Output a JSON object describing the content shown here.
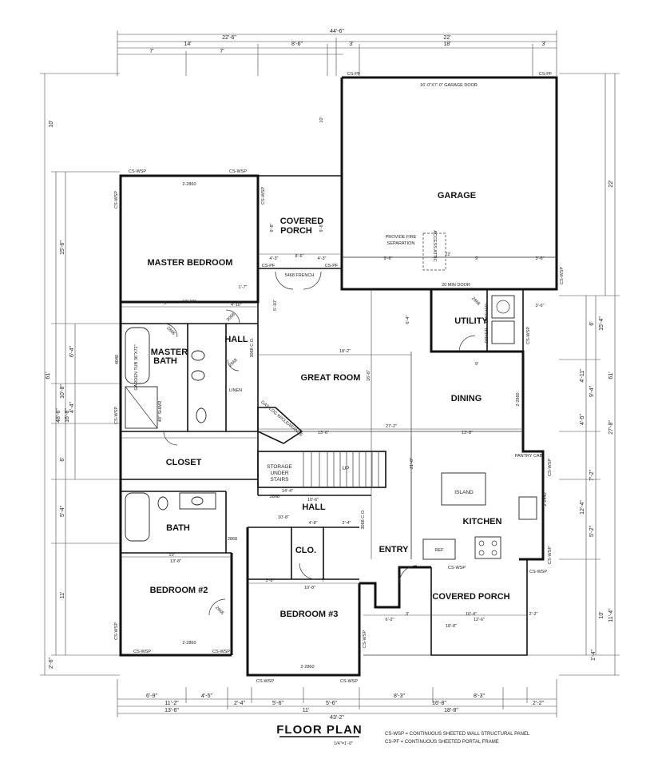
{
  "title": "FLOOR PLAN",
  "scale": "1/4\"=1'-0\"",
  "legend": [
    "CS-WSP = CONTINUOUS SHEETED WALL STRUCTURAL PANEL",
    "CS-PF = CONTINUOUS SHEETED PORTAL FRAME"
  ],
  "rooms": {
    "garage": "GARAGE",
    "covered_porch_top": "COVERED",
    "covered_porch_bottom": "PORCH",
    "master_bedroom": "MASTER BEDROOM",
    "hall_upper": "HALL",
    "master_bath_1": "MASTER",
    "master_bath_2": "BATH",
    "great_room": "GREAT ROOM",
    "utility": "UTILITY",
    "dining": "DINING",
    "closet": "CLOSET",
    "storage": [
      "STORAGE",
      "UNDER",
      "STAIRS"
    ],
    "hall_lower": "HALL",
    "kitchen": "KITCHEN",
    "island": "ISLAND",
    "bath": "BATH",
    "clo": "CLO.",
    "entry": "ENTRY",
    "bedroom2": "BEDROOM #2",
    "bedroom3": "BEDROOM #3",
    "covered_porch_front": "COVERED PORCH",
    "linen": "LINEN",
    "pantry": "PANTRY CAB",
    "ref": "REF",
    "up": "UP"
  },
  "notes": {
    "garage_door": "16'-0\"X7'-0\" GARAGE DOOR",
    "fire_sep_1": "PROVIDE FIRE",
    "fire_sep_2": "SEPARATION",
    "access_attic": "ACCESS ATTIC",
    "min_door": "20 MIN DOOR",
    "french": "5468  FRENCH",
    "garden_tub": "GARDEN TUB 36\"X72\"",
    "shower": "48\" SHWR",
    "gas_log": "GAS LOG W/CLEARANCE",
    "washer": "WASHER",
    "dryer": "DRYER"
  },
  "panel_labels": {
    "wsp": "CS-WSP",
    "pf": "CS-PF"
  },
  "dims_top": {
    "overall": "44'-6\"",
    "row2": [
      "22'-6\"",
      "22'"
    ],
    "row3": [
      "14'",
      "8'-6\"",
      "3'",
      "18'",
      "3'"
    ],
    "row4": [
      "7'",
      "7'"
    ]
  },
  "dims_bottom": {
    "row1": [
      "6'-9\"",
      "4'-5\"",
      "2'-4\"",
      "5'-6\"",
      "5'-6\"",
      "8'-3\"",
      "16'-8\"",
      "8'-3\"",
      "2'-2\""
    ],
    "row2": [
      "11'-2\"",
      "11'",
      "18'-8\""
    ],
    "row3": [
      "13'-6\"",
      "43'-2\""
    ]
  },
  "dims_left": [
    "10'",
    "15'-6\"",
    "6'-4\"",
    "10'-8\"",
    "4'-4\"",
    "6'",
    "5'-4\"",
    "11'",
    "2'-6\"",
    "61'",
    "48'-6\"",
    "16'-8\""
  ],
  "dims_right": [
    "22'",
    "6'",
    "15'-4\"",
    "4'-11\"",
    "9'-4\"",
    "4'-5\"",
    "7'-2\"",
    "12'-4\"",
    "5'-2\"",
    "10'",
    "11'-4\"",
    "1'-4\"",
    "61'",
    "27'-8\""
  ],
  "dims_interior": [
    "2-2860",
    "9'",
    "13'-10\"",
    "4'-10\"",
    "1'-7\"",
    "3068",
    "2868",
    "4040",
    "18'-2\"",
    "16'-6\"",
    "27'-2\"",
    "13'-6\"",
    "13'-8\"",
    "9'",
    "2-2860",
    "10'-6\"",
    "14'-4\"",
    "10'-8\"",
    "4'-8\"",
    "2'-4\"",
    "3068 C.O.",
    "3068 C.O.",
    "2-2440",
    "10'",
    "13'-8\"",
    "3'-8\"",
    "7'",
    "10'-8\"",
    "2-2860",
    "2-2860",
    "6'-2\"",
    "3'",
    "10'-4\"",
    "12'-6\"",
    "18'-8\"",
    "2'-2\"",
    "9'-6\"",
    "9'",
    "3'-6\"",
    "22'",
    "8'-6\"",
    "4'-3\"",
    "4'-3\"",
    "9'-8\"",
    "9'-8\"",
    "10'",
    "21'-8\"",
    "6'-4\"",
    "3'-6\"",
    "2668",
    "2668",
    "2668",
    "2868",
    "2868",
    "5'-10\""
  ]
}
